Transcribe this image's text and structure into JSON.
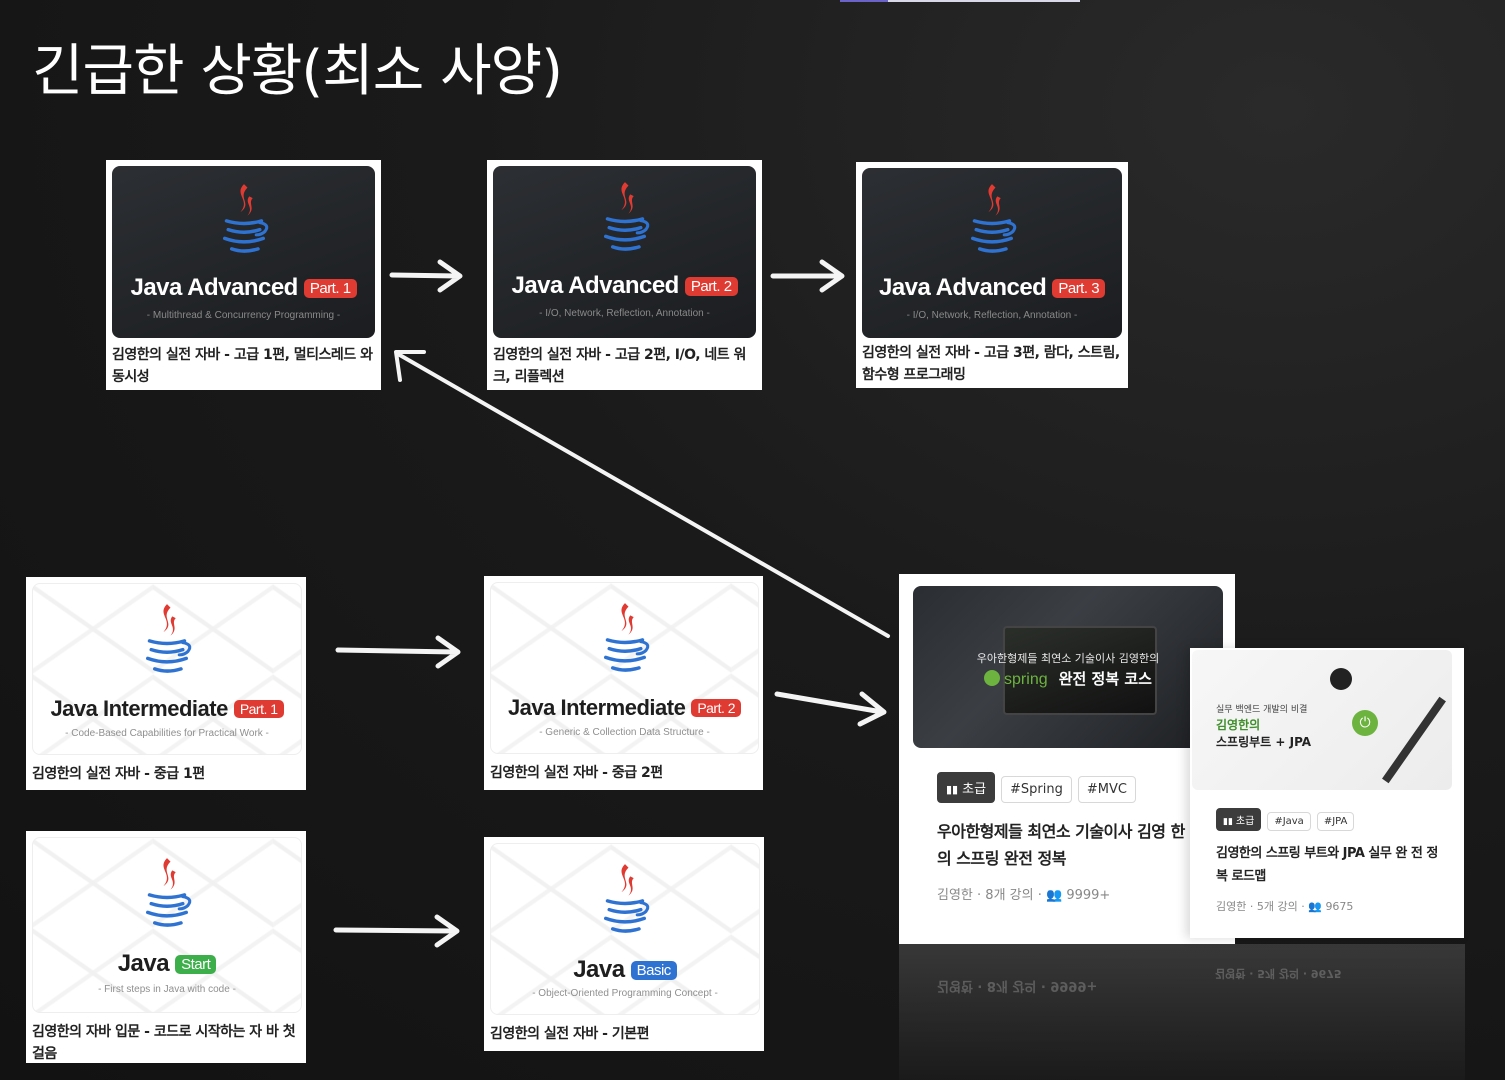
{
  "slide_title": "긴급한 상황(최소 사양)",
  "colors": {
    "java_red": "#e03b32",
    "java_blue": "#2f73d2",
    "start_green": "#3cae4a",
    "spring_green": "#6db33f"
  },
  "courses": {
    "advanced1": {
      "head": "Java Advanced",
      "badge": "Part. 1",
      "sub": "- Multithread & Concurrency Programming -",
      "title": "김영한의 실전 자바 - 고급 1편, 멀티스레드 와 동시성"
    },
    "advanced2": {
      "head": "Java Advanced",
      "badge": "Part. 2",
      "sub": "- I/O, Network, Reflection, Annotation -",
      "title": "김영한의 실전 자바 - 고급 2편, I/O, 네트 워크, 리플렉션"
    },
    "advanced3": {
      "head": "Java Advanced",
      "badge": "Part. 3",
      "sub": "- I/O, Network, Reflection, Annotation -",
      "title": "김영한의 실전 자바 - 고급 3편, 람다, 스트림, 함수형 프로그래밍"
    },
    "intermediate1": {
      "head": "Java Intermediate",
      "badge": "Part. 1",
      "sub": "- Code-Based Capabilities for Practical Work -",
      "title": "김영한의 실전 자바 - 중급 1편"
    },
    "intermediate2": {
      "head": "Java Intermediate",
      "badge": "Part. 2",
      "sub": "- Generic & Collection Data Structure -",
      "title": "김영한의 실전 자바 - 중급 2편"
    },
    "start": {
      "head": "Java",
      "badge": "Start",
      "sub": "- First steps in Java with code -",
      "title": "김영한의 자바 입문 - 코드로 시작하는 자 바 첫걸음"
    },
    "basic": {
      "head": "Java",
      "badge": "Basic",
      "sub": "- Object-Oriented Programming Concept -",
      "title": "김영한의 실전 자바 - 기본편"
    }
  },
  "spring_card": {
    "thumb_caption": "우아한형제들 최연소 기술이사 김영한의",
    "thumb_logo_word": "spring",
    "thumb_title": "완전 정복 코스",
    "tags": [
      "초급",
      "#Spring",
      "#MVC"
    ],
    "title": "우아한형제들 최연소 기술이사 김영 한의 스프링 완전 정복",
    "author": "김영한",
    "lectures": "8개 강의",
    "students": "9999+"
  },
  "boot_card": {
    "thumb_tagline": "실무 백엔드 개발의 비결",
    "thumb_author": "김영한의",
    "thumb_title": "스프링부트 + JPA",
    "tags": [
      "초급",
      "#Java",
      "#JPA"
    ],
    "title": "김영한의 스프링 부트와 JPA 실무 완 전 정복 로드맵",
    "author": "김영한",
    "lectures": "5개 강의",
    "students": "9675"
  }
}
